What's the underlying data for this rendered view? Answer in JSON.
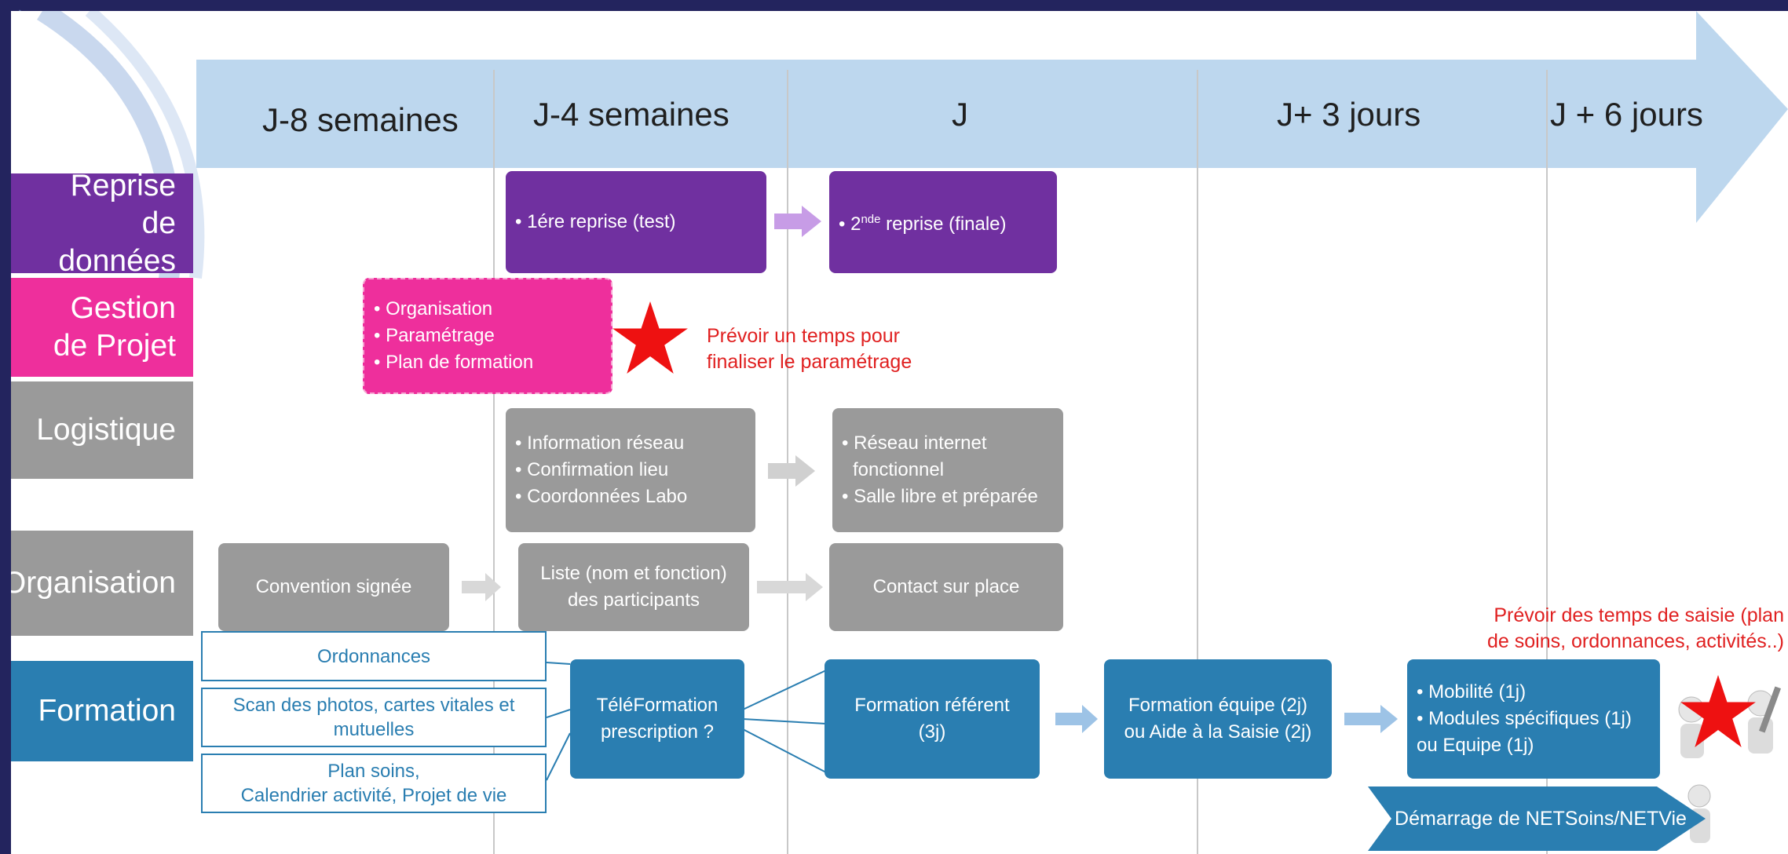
{
  "timeline": {
    "columns": [
      "J-8 semaines",
      "J-4 semaines",
      "J",
      "J+ 3 jours",
      "J + 6 jours"
    ]
  },
  "rows": {
    "reprise": "Reprise de données",
    "gestion": "Gestion de Projet",
    "logistique": "Logistique",
    "organisation": "Organisation",
    "formation": "Formation"
  },
  "reprise": {
    "first": "1ére reprise (test)",
    "second_prefix": "2",
    "second_sup": "nde",
    "second_suffix": " reprise (finale)"
  },
  "gestion": {
    "items": [
      "Organisation",
      "Paramétrage",
      "Plan de formation"
    ],
    "note_line1": "Prévoir un temps pour",
    "note_line2": "finaliser le paramétrage"
  },
  "logistique": {
    "box1": [
      "Information réseau",
      "Confirmation lieu",
      "Coordonnées Labo"
    ],
    "box2_item1_line1": "Réseau internet",
    "box2_item1_line2": "fonctionnel",
    "box2_item2": "Salle libre et préparée"
  },
  "organisation": {
    "convention": "Convention signée",
    "liste_line1": "Liste (nom et fonction)",
    "liste_line2": "des participants",
    "contact": "Contact sur place"
  },
  "formation": {
    "ordonnances": "Ordonnances",
    "scan_line1": "Scan des photos, cartes vitales et",
    "scan_line2": "mutuelles",
    "plan_line1": "Plan soins,",
    "plan_line2": "Calendrier activité, Projet de vie",
    "teleformation_line1": "TéléFormation",
    "teleformation_line2": "prescription ?",
    "referent_line1": "Formation référent",
    "referent_line2": "(3j)",
    "equipe_line1": "Formation équipe (2j)",
    "equipe_line2": "ou Aide à la Saisie (2j)",
    "mobilite": "Mobilité (1j)",
    "modules_line1": "Modules spécifiques (1j)",
    "modules_line2": "ou Equipe (1j)",
    "note_line1": "Prévoir des temps de saisie (plan",
    "note_line2": "de soins, ordonnances, activités..)",
    "demarrage": "Démarrage de NETSoins/NETVie"
  },
  "colors": {
    "header_arrow": "#bdd7ee",
    "purple": "#7030a0",
    "pink": "#ee2f9c",
    "grey": "#9a9a9a",
    "blue": "#2a7eb1",
    "note_red": "#e02020",
    "background": "#23245e"
  }
}
